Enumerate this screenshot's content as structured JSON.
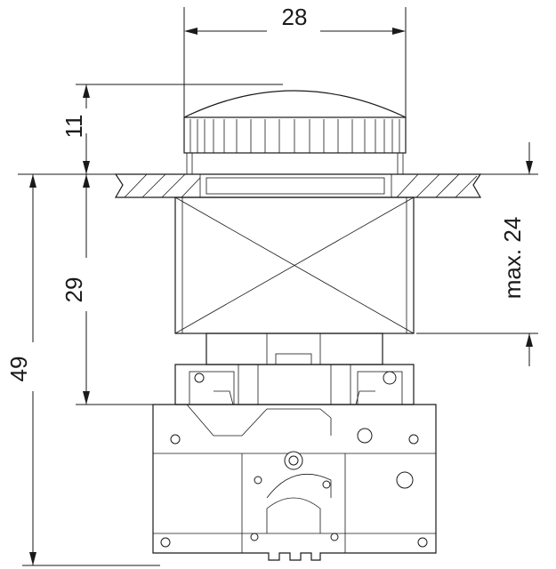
{
  "dimensions": {
    "width_top": "28",
    "cap_height": "11",
    "body_height": "29",
    "total_height": "49",
    "max_panel": "max. 24"
  },
  "colors": {
    "line": "#1a1a1a",
    "background": "#ffffff"
  }
}
